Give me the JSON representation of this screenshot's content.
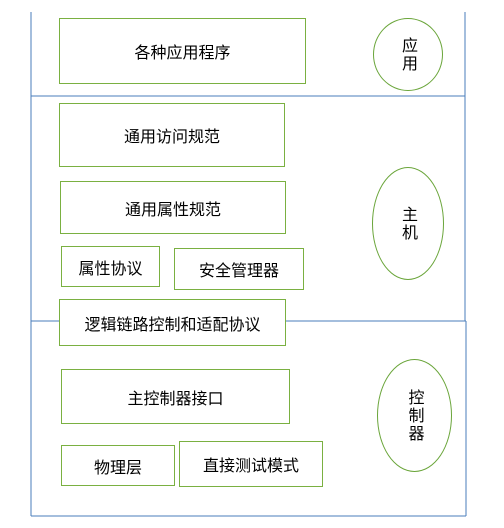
{
  "colors": {
    "layer_border": "#4a7ebb",
    "box_border": "#7ab041",
    "ellipse_border": "#6aa53a"
  },
  "layers": {
    "app": {
      "label": "应用"
    },
    "host": {
      "label": "主机"
    },
    "controller": {
      "label": "控制器"
    }
  },
  "boxes": {
    "app_programs": "各种应用程序",
    "generic_access": "通用访问规范",
    "generic_attribute": "通用属性规范",
    "attribute_protocol": "属性协议",
    "security_manager": "安全管理器",
    "l2cap": "逻辑链路控制和适配协议",
    "hci_controller": "主控制器接口",
    "physical_layer": "物理层",
    "direct_test_mode": "直接测试模式"
  }
}
